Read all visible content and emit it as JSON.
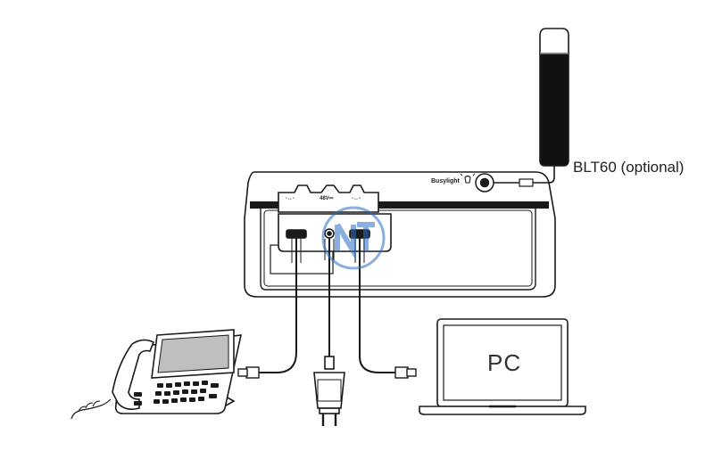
{
  "labels": {
    "blt60": "BLT60 (optional)",
    "busylight": "Busylight",
    "pc": "PC"
  },
  "ports": {
    "usb_left": "-↔-",
    "dc": "48V⎓",
    "usb_right": "-↔-"
  },
  "colors": {
    "line": "#1a1a1a",
    "screen": "#bfbfbf",
    "handset_dark": "#111111",
    "watermark": "#2b6cc4"
  }
}
